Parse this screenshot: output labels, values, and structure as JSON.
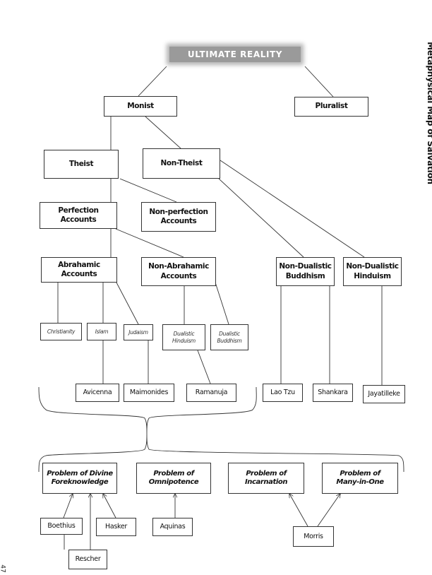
{
  "side_title": "Metaphysical Map of Salvation",
  "page_number": "47",
  "root": "ULTIMATE REALITY",
  "nodes": {
    "monist": "Monist",
    "pluralist": "Pluralist",
    "theist": "Theist",
    "non_theist": "Non-Theist",
    "perfection": "Perfection Accounts",
    "non_perfection": "Non-perfection\nAccounts",
    "abrahamic": "Abrahamic\nAccounts",
    "non_abrahamic": "Non-Abrahamic\nAccounts",
    "nd_buddhism": "Non-Dualistic\nBuddhism",
    "nd_hinduism": "Non-Dualistic\nHinduism",
    "christianity": "Christianity",
    "islam": "Islam",
    "judaism": "Judaism",
    "dualistic_hinduism": "Dualistic\nHinduism",
    "dualistic_buddhism": "Dualistic\nBuddhism",
    "avicenna": "Avicenna",
    "maimonides": "Maimonides",
    "ramanuja": "Ramanuja",
    "lao_tzu": "Lao Tzu",
    "shankara": "Shankara",
    "jayatilleke": "Jayatilleke"
  },
  "problems": {
    "foreknowledge": "Problem of Divine\nForeknowledge",
    "omnipotence": "Problem of\nOmnipotence",
    "incarnation": "Problem of\nIncarnation",
    "many_in_one": "Problem of\nMany-in-One"
  },
  "thinkers": {
    "boethius": "Boethius",
    "hasker": "Hasker",
    "rescher": "Rescher",
    "aquinas": "Aquinas",
    "morris": "Morris"
  }
}
